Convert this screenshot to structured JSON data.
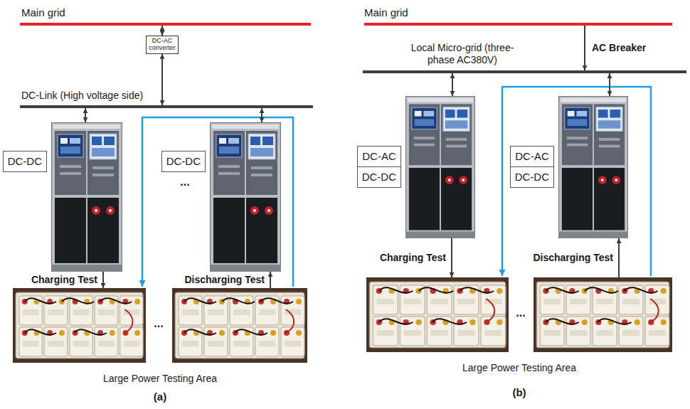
{
  "diagram": {
    "nodes": [
      {
        "text": [
          "Main grid"
        ]
      },
      {
        "text": [
          "DC-AC converter"
        ]
      },
      {
        "text": [
          "DC-Link (High voltage side)"
        ]
      },
      {
        "text": [
          "DC-DC"
        ]
      },
      {
        "text": [
          "DC-DC"
        ]
      },
      {
        "text": [
          "Large Power Testing Area"
        ]
      },
      {
        "text": [
          "Main grid"
        ]
      },
      {
        "text": [
          "Local Micro-grid (three-phase AC380V)"
        ]
      },
      {
        "text": [
          "DC-AC",
          "DC-DC"
        ]
      },
      {
        "text": [
          "DC-AC",
          "DC-DC"
        ]
      },
      {
        "text": [
          "Large Power Testing Area"
        ]
      }
    ],
    "edges": [
      {
        "from": 0,
        "to": 1,
        "arrow": "both"
      },
      {
        "from": 1,
        "to": 2,
        "arrow": "both"
      },
      {
        "from": 2,
        "to": 3,
        "arrow": "both"
      },
      {
        "from": 2,
        "to": 4,
        "arrow": "both"
      },
      {
        "from": 3,
        "to": 5,
        "label": "Charging Test",
        "arrow": "to"
      },
      {
        "from": 5,
        "to": 4,
        "label": "Discharging Test",
        "arrow": "to"
      },
      {
        "from": 6,
        "to": 7,
        "label": "AC Breaker",
        "arrow": "to"
      },
      {
        "from": 7,
        "to": 8,
        "arrow": "both"
      },
      {
        "from": 7,
        "to": 9,
        "arrow": "both"
      },
      {
        "from": 8,
        "to": 10,
        "label": "Charging Test",
        "arrow": "to"
      },
      {
        "from": 10,
        "to": 9,
        "label": "Discharging Test",
        "arrow": "to"
      }
    ],
    "labels": [
      "...",
      "...",
      "...",
      "(a)",
      "(b)"
    ]
  }
}
